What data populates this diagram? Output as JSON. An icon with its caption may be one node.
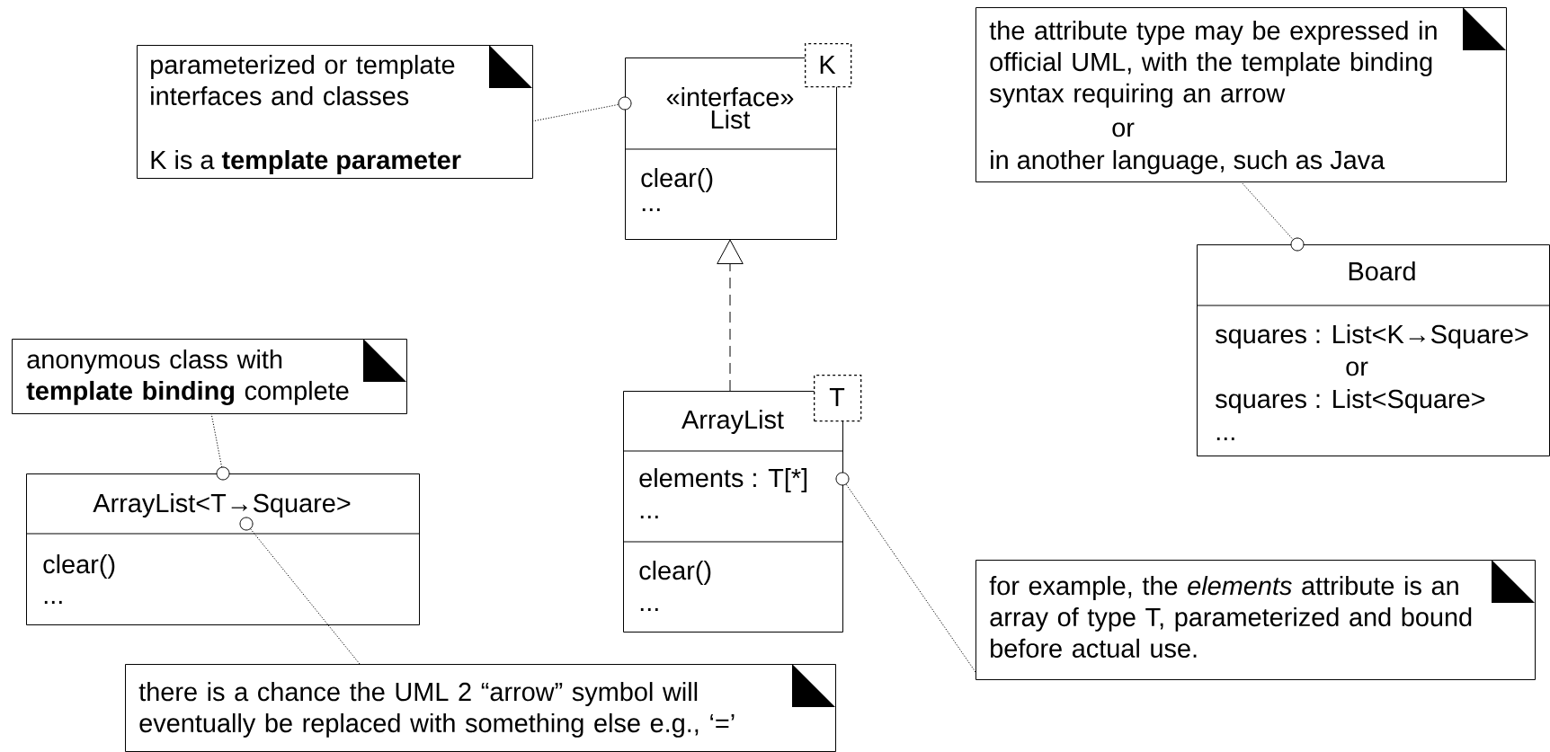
{
  "diagram": {
    "nodes": [
      {
        "text": [
          "parameterized or template interfaces and classes",
          "K is a **template parameter**"
        ]
      },
      {
        "text": [
          "«interface»",
          "List",
          "clear()",
          "..."
        ]
      },
      {
        "text": [
          "K"
        ]
      },
      {
        "text": [
          "the attribute type may be expressed in official UML, with the template binding syntax requiring an arrow",
          "or",
          "in another language, such as Java"
        ]
      },
      {
        "text": [
          "Board",
          "squares : List<K→Square>",
          "or",
          "squares : List<Square>",
          "..."
        ]
      },
      {
        "text": [
          "anonymous class with **template binding** complete"
        ]
      },
      {
        "text": [
          "ArrayList<T→Square>",
          "clear()",
          "..."
        ]
      },
      {
        "text": [
          "ArrayList",
          "elements : T[*]",
          "...",
          "clear()",
          "..."
        ]
      },
      {
        "text": [
          "T"
        ]
      },
      {
        "text": [
          "there is a chance the UML 2 “arrow” symbol will eventually be replaced with something else e.g., ‘=’"
        ]
      },
      {
        "text": [
          "for example, the *elements* attribute is an array of type T, parameterized and bound before actual use."
        ]
      }
    ],
    "edges": [
      {
        "from": 0,
        "to": 1,
        "arrow": "other"
      },
      {
        "from": 3,
        "to": 4,
        "arrow": "other"
      },
      {
        "from": 5,
        "to": 6,
        "arrow": "other"
      },
      {
        "from": 9,
        "to": 6,
        "arrow": "other"
      },
      {
        "from": 10,
        "to": 7,
        "arrow": "other"
      },
      {
        "from": 7,
        "to": 1,
        "arrow": "to",
        "style": "dashed"
      }
    ]
  }
}
